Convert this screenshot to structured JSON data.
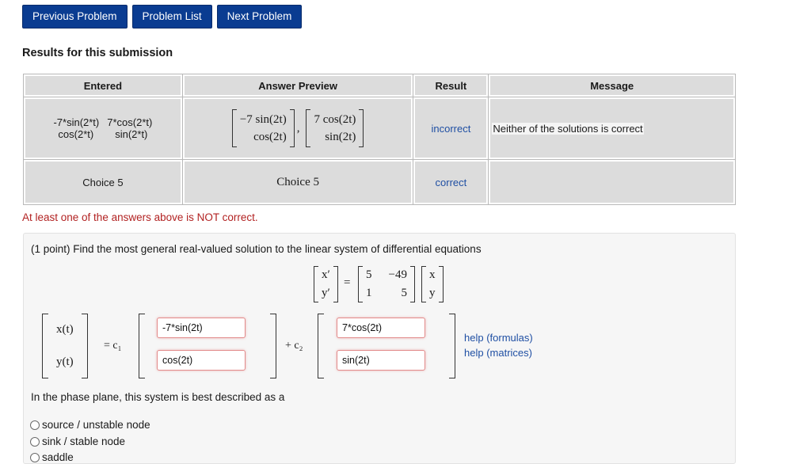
{
  "nav": {
    "previous": "Previous Problem",
    "list": "Problem List",
    "next": "Next Problem"
  },
  "results_heading": "Results for this submission",
  "table": {
    "headers": [
      "Entered",
      "Answer Preview",
      "Result",
      "Message"
    ],
    "row1": {
      "entered_line1": [
        "-7*sin(2*t)",
        "7*cos(2*t)"
      ],
      "entered_line2": [
        "cos(2*t)",
        "sin(2*t)"
      ],
      "preview_vec1": [
        "−7 sin(2t)",
        "cos(2t)"
      ],
      "preview_vec2": [
        "7 cos(2t)",
        "sin(2t)"
      ],
      "separator": ",",
      "result": "incorrect",
      "message": "Neither of the solutions is correct"
    },
    "row2": {
      "entered": "Choice 5",
      "preview": "Choice 5",
      "result": "correct",
      "message": ""
    }
  },
  "alert": "At least one of the answers above is NOT correct.",
  "problem": {
    "prompt": "(1 point) Find the most general real-valued solution to the linear system of differential equations",
    "lhs_vec": [
      "x′",
      "y′"
    ],
    "equals": "=",
    "coef_matrix": [
      [
        "5",
        "−49"
      ],
      [
        "1",
        "5"
      ]
    ],
    "rhs_vec": [
      "x",
      "y"
    ],
    "solution_vec": [
      "x(t)",
      "y(t)"
    ],
    "c1_label": "= c₁",
    "c2_label": "+ c₂",
    "inputs": {
      "v1_top": "-7*sin(2t)",
      "v1_bottom": "cos(2t)",
      "v2_top": "7*cos(2t)",
      "v2_bottom": "sin(2t)"
    },
    "help_formulas": "help (formulas)",
    "help_matrices": "help (matrices)",
    "phase_question": "In the phase plane, this system is best described as a",
    "options": [
      "source / unstable node",
      "sink / stable node",
      "saddle"
    ]
  },
  "colors": {
    "nav_button": "#0a3c91",
    "incorrect_bg": "#d99393",
    "correct_bg": "#88ee88",
    "message_bg": "#ebdf7b",
    "alert_text": "#b22222",
    "link": "#1f4fa3"
  }
}
